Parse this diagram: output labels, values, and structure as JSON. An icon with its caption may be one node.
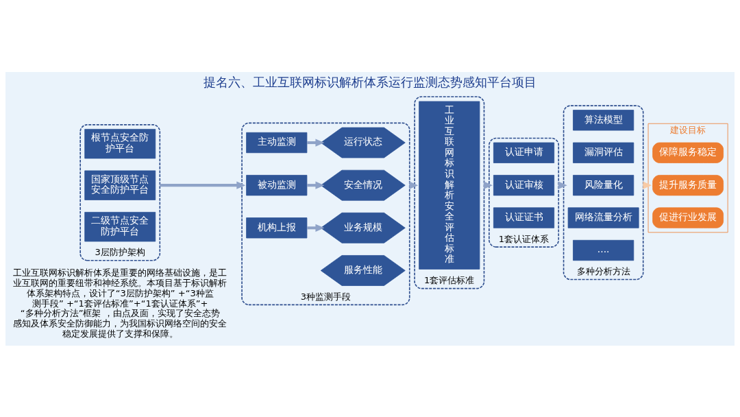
{
  "diagram": {
    "title": "提名六、工业互联网标识解析体系运行监测态势感知平台项目",
    "nodes": [
      {
        "text": [],
        "shape": "box",
        "beside": [
          "3层防护架构"
        ]
      },
      {
        "text": [
          "根节点安全防护平台"
        ],
        "in": 0
      },
      {
        "text": [
          "国家顶级节点安全防护平台"
        ],
        "in": 0
      },
      {
        "text": [
          "二级节点安全防护平台"
        ],
        "in": 0
      },
      {
        "text": [],
        "shape": "box",
        "beside": [
          "3种监测手段"
        ]
      },
      {
        "text": [
          "主动监测"
        ],
        "in": 4
      },
      {
        "text": [
          "被动监测"
        ],
        "in": 4
      },
      {
        "text": [
          "机构上报"
        ],
        "in": 4
      },
      {
        "text": [
          "运行状态"
        ],
        "in": 4
      },
      {
        "text": [
          "服务性能"
        ],
        "in": 4
      },
      {
        "text": [
          "安全情况"
        ],
        "in": 4
      },
      {
        "text": [
          "业务规模"
        ],
        "in": 4
      },
      {
        "text": [],
        "shape": "box",
        "beside": [
          "1套评估标准"
        ]
      },
      {
        "text": [
          "工业互联网标识解析安全评估标准"
        ],
        "in": 12
      },
      {
        "text": [],
        "shape": "box",
        "beside": [
          "1套认证体系"
        ]
      },
      {
        "text": [
          "认证申请"
        ],
        "in": 14
      },
      {
        "text": [
          "认证审核"
        ],
        "in": 14
      },
      {
        "text": [
          "认证证书"
        ],
        "in": 14
      },
      {
        "text": [],
        "shape": "box",
        "beside": [
          "多种分析方法"
        ]
      },
      {
        "text": [
          "算法模型"
        ],
        "in": 18
      },
      {
        "text": [
          "漏洞评估"
        ],
        "in": 18
      },
      {
        "text": [
          "风险量化"
        ],
        "in": 18
      },
      {
        "text": [
          "网络流量分析"
        ],
        "in": 18
      },
      {
        "text": [
          "...."
        ],
        "in": 18
      },
      {
        "text": [
          "建设目标"
        ]
      },
      {
        "text": [
          "保障服务稳定"
        ],
        "in": 24
      },
      {
        "text": [
          "提升服务质量"
        ],
        "in": 24
      },
      {
        "text": [
          "促进行业发展"
        ],
        "in": 24
      }
    ],
    "edges": [
      {
        "from": 5,
        "to": 8,
        "arrow": "to"
      },
      {
        "from": 6,
        "to": 10,
        "arrow": "to"
      },
      {
        "from": 7,
        "to": 11,
        "arrow": "to"
      },
      {
        "from": 0,
        "to": 4,
        "arrow": "to"
      },
      {
        "from": 4,
        "to": 12,
        "arrow": "to"
      },
      {
        "from": 12,
        "to": 14,
        "arrow": "to"
      },
      {
        "from": 14,
        "to": 18,
        "arrow": "to"
      },
      {
        "from": 18,
        "to": 24,
        "arrow": "to",
        "color": "#f8cba6"
      }
    ],
    "labels": [
      "工业互联网标识解析体系是重要的网络基础设施，是工业互联网的重要纽带和神经系统。本项目基于标识解析体系架构特点，设计了“3层防护架构” +“3种监测手段” +“1套评估标准”+“1套认证体系”+“多种分析方法”框架 ，由点及面，实现了安全态势感知及体系安全防御能力，为我国标识网络空间的安全稳定发展提供了支撑和保障。"
    ]
  }
}
